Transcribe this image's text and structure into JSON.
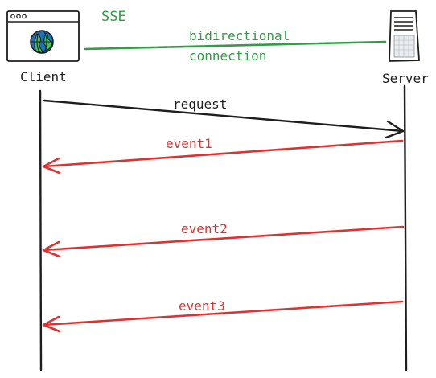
{
  "title": "SSE",
  "connection_label_line1": "bidirectional",
  "connection_label_line2": "connection",
  "client_label": "Client",
  "server_label": "Server",
  "messages": [
    {
      "label": "request",
      "direction": "client-to-server",
      "color": "#1e1e1e"
    },
    {
      "label": "event1",
      "direction": "server-to-client",
      "color": "#e03131"
    },
    {
      "label": "event2",
      "direction": "server-to-client",
      "color": "#e03131"
    },
    {
      "label": "event3",
      "direction": "server-to-client",
      "color": "#e03131"
    }
  ],
  "colors": {
    "green": "#2f9e44",
    "red": "#e03131",
    "ink": "#1e1e1e",
    "globe": "#1971c2",
    "globe_land": "#2f9e44"
  },
  "icons": {
    "client": "browser-window-globe-icon",
    "server": "server-rack-icon"
  }
}
